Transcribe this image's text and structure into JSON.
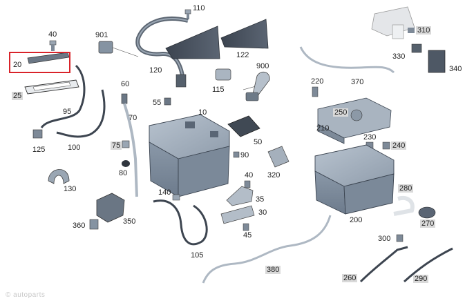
{
  "labels": {
    "l110": "110",
    "l40a": "40",
    "l901": "901",
    "l122": "122",
    "l310": "310",
    "l20": "20",
    "l120": "120",
    "l330": "330",
    "l340": "340",
    "l900": "900",
    "l60": "60",
    "l115": "115",
    "l220": "220",
    "l370": "370",
    "l25": "25",
    "l55": "55",
    "l10": "10",
    "l95": "95",
    "l250": "250",
    "l70": "70",
    "l210": "210",
    "l230": "230",
    "l125": "125",
    "l100": "100",
    "l75": "75",
    "l50": "50",
    "l240": "240",
    "l90": "90",
    "l80": "80",
    "l40b": "40",
    "l320": "320",
    "l130": "130",
    "l280": "280",
    "l140": "140",
    "l35": "35",
    "l30": "30",
    "l360": "360",
    "l350": "350",
    "l200": "200",
    "l270": "270",
    "l45": "45",
    "l300": "300",
    "l105": "105",
    "l380": "380",
    "l260": "260",
    "l290": "290"
  },
  "watermark": "© autoparts",
  "highlight_color": "#d9232a"
}
